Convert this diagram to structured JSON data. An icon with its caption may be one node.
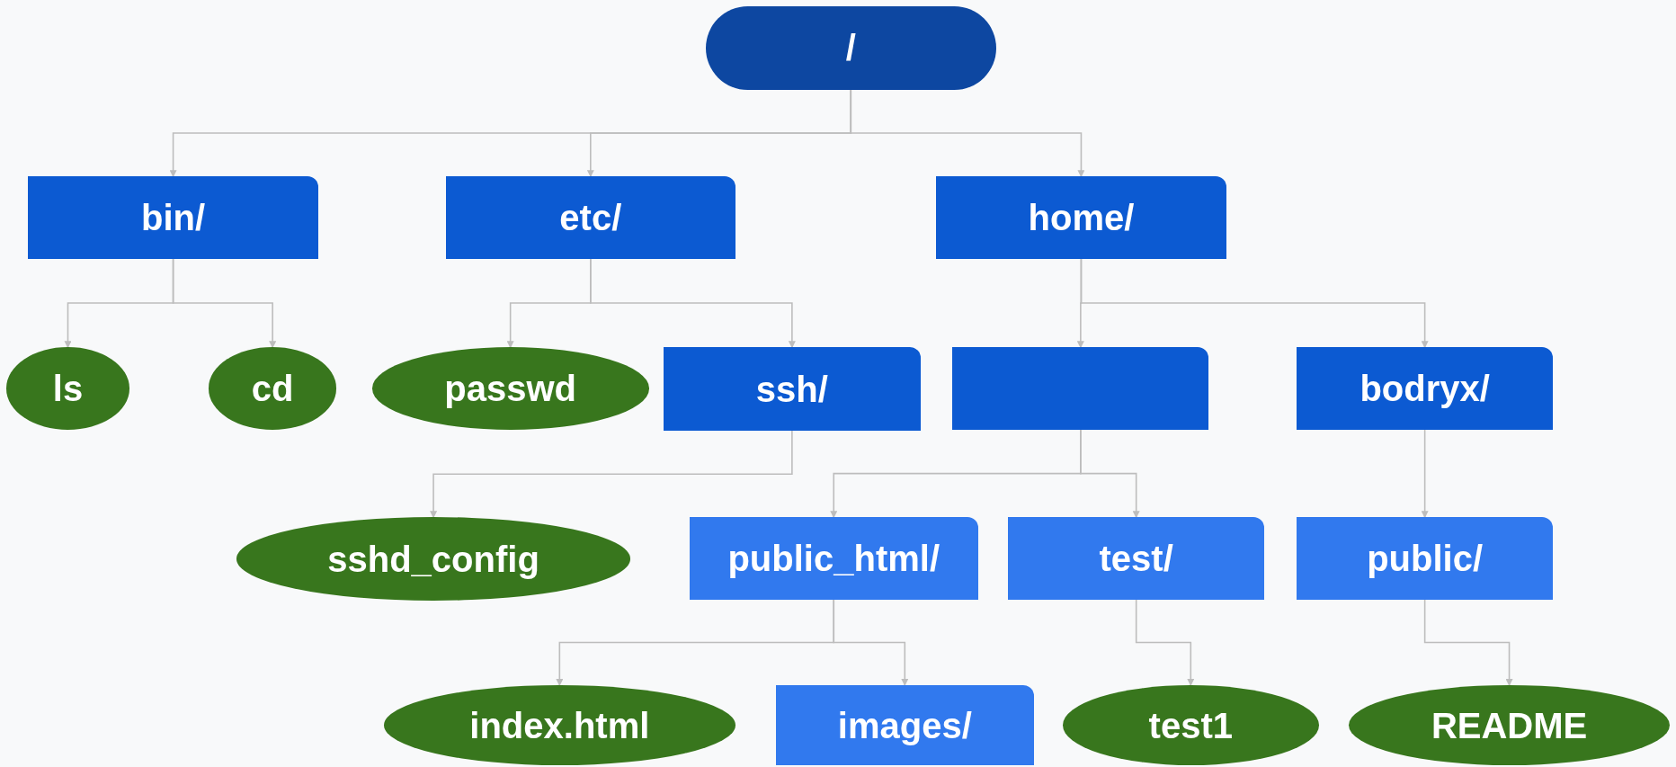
{
  "diagram": {
    "nodes": [
      {
        "text": [
          "/"
        ]
      },
      {
        "text": [
          "bin/"
        ]
      },
      {
        "text": [
          "etc/"
        ]
      },
      {
        "text": [
          "home/"
        ]
      },
      {
        "text": [
          "ls"
        ]
      },
      {
        "text": [
          "cd"
        ]
      },
      {
        "text": [
          "passwd"
        ]
      },
      {
        "text": [
          "ssh/"
        ]
      },
      {
        "text": [],
        "shape": "box"
      },
      {
        "text": [
          "bodryx/"
        ]
      },
      {
        "text": [
          "sshd_config"
        ]
      },
      {
        "text": [
          "public_html/"
        ]
      },
      {
        "text": [
          "test/"
        ]
      },
      {
        "text": [
          "public/"
        ]
      },
      {
        "text": [
          "index.html"
        ]
      },
      {
        "text": [
          "images/"
        ]
      },
      {
        "text": [
          "test1"
        ]
      },
      {
        "text": [
          "README"
        ]
      }
    ],
    "edges": [
      {
        "from": 0,
        "to": 1,
        "arrow": "to"
      },
      {
        "from": 0,
        "to": 2,
        "arrow": "to"
      },
      {
        "from": 0,
        "to": 3,
        "arrow": "to"
      },
      {
        "from": 1,
        "to": 4,
        "arrow": "to"
      },
      {
        "from": 1,
        "to": 5,
        "arrow": "to"
      },
      {
        "from": 2,
        "to": 6,
        "arrow": "to"
      },
      {
        "from": 2,
        "to": 7,
        "arrow": "to"
      },
      {
        "from": 3,
        "to": 8,
        "arrow": "to"
      },
      {
        "from": 3,
        "to": 9,
        "arrow": "to"
      },
      {
        "from": 7,
        "to": 10,
        "arrow": "to"
      },
      {
        "from": 8,
        "to": 11,
        "arrow": "to"
      },
      {
        "from": 8,
        "to": 12,
        "arrow": "to"
      },
      {
        "from": 9,
        "to": 13,
        "arrow": "to"
      },
      {
        "from": 11,
        "to": 14,
        "arrow": "to"
      },
      {
        "from": 11,
        "to": 15,
        "arrow": "to"
      },
      {
        "from": 12,
        "to": 16,
        "arrow": "to"
      },
      {
        "from": 13,
        "to": 17,
        "arrow": "to"
      }
    ]
  }
}
